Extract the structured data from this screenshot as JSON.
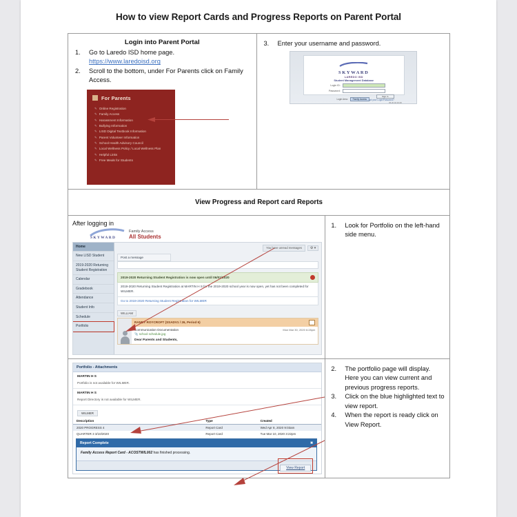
{
  "document": {
    "title": "How to view Report Cards and Progress Reports on Parent Portal"
  },
  "step1": {
    "heading": "Login into Parent Portal",
    "items": [
      {
        "num": "1.",
        "text": "Go to Laredo ISD home page."
      },
      {
        "num": "",
        "text": "https://www.laredoisd.org",
        "is_link": true
      },
      {
        "num": "2.",
        "text": "Scroll to the bottom, under For Parents click on Family Access."
      }
    ],
    "widget": {
      "header": "For Parents",
      "links": [
        "Online Registration",
        "Family Access",
        "Harassment Information",
        "Bullying Information",
        "LISD Digital Textbook Information",
        "Parent Volunteer Information",
        "School Health Advisory Council",
        "Local Wellness Policy / Local Wellness Plan",
        "Helpful Links",
        "Free Meals for Students"
      ],
      "bg_color": "#8e2420"
    }
  },
  "step3": {
    "num": "3.",
    "text": "Enter your username and password.",
    "login_box": {
      "brand": "SKYWARD",
      "district": "LAREDO ISD",
      "subtitle": "Student Management Database",
      "login_label": "Login ID:",
      "password_label": "Password:",
      "sign_in_button": "Sign In",
      "forgot_link": "Forgot your Login/Password?",
      "version": "05.20.02.00.08",
      "area_label": "Login Area:",
      "area_value": "Family Access"
    }
  },
  "banner": {
    "text": "View Progress and Report card Reports"
  },
  "section2": {
    "caption": "After logging in",
    "app_header": {
      "brand": "SKYWARD",
      "line1": "Family Access",
      "line2": "All Students"
    },
    "sidebar": [
      "Home",
      "New LISD Student",
      "2019-2020 Returning Student Registration",
      "Calendar",
      "Gradebook",
      "Attendance",
      "Student Info",
      "Schedule",
      "Portfolio"
    ],
    "topbar": {
      "unread": "You have unread messages",
      "gear": "gear"
    },
    "post_message": "Post a message",
    "notice": {
      "headline": "2019-2020 Returning Student Registration is now open until 06/01/2020",
      "body": "2019-2020 Returning Student Registration at MARTIN H S for the 2019-2020 school year is now open, yet has not been completed for WILMER.",
      "link": "Go to 2019-2020 Returning Student Registration for WILMER"
    },
    "message": {
      "student_tag": "WILLIAM",
      "from": "RANDY ROYCROFT (SSADV1 / 26, Period 6)",
      "subject": "Communication Documentation",
      "attachment": "school schedule.jpg",
      "date": "Mon Mar 30, 2020 6:28pm",
      "greeting": "Dear Parents and Students,"
    },
    "instructions": [
      {
        "num": "1.",
        "text": "Look for Portfolio on the left-hand side menu."
      }
    ]
  },
  "section3": {
    "panel_title": "Portfolio - Attachments",
    "blocks": [
      {
        "school": "MARTIN H S",
        "note": "Portfolio is not available for WILMER."
      },
      {
        "school": "MARTIN H S",
        "note": "Report Directory is not available for WILMER."
      }
    ],
    "student_tag": "WILMER",
    "table": {
      "headers": [
        "Description",
        "Type",
        "Created"
      ],
      "rows": [
        [
          "2020 PROGRESS 4",
          "Report Card",
          "Wed Apr 8, 2020 9:03am"
        ],
        [
          "QUARTER 3 3/10/2020",
          "Report Card",
          "Tue Mar 10, 2020 3:22pm"
        ]
      ]
    },
    "dialog": {
      "title": "Report Complete",
      "close": "✖",
      "body_strong": "Family Access Report Card - ACOSTWIL002",
      "body_rest": " has finished processing.",
      "view_button": "View Report"
    },
    "instructions": [
      {
        "num": "2.",
        "text": "The portfolio page will display. Here you can view current and previous progress reports."
      },
      {
        "num": "3.",
        "text": "Click on the blue highlighted text to view report."
      },
      {
        "num": "4.",
        "text": "When the report is ready click on View Report."
      }
    ]
  },
  "colors": {
    "maroon": "#8e2420",
    "annotation_red": "#b5423c",
    "link_blue": "#3a6fbf",
    "dialog_blue": "#2f6aa8"
  }
}
